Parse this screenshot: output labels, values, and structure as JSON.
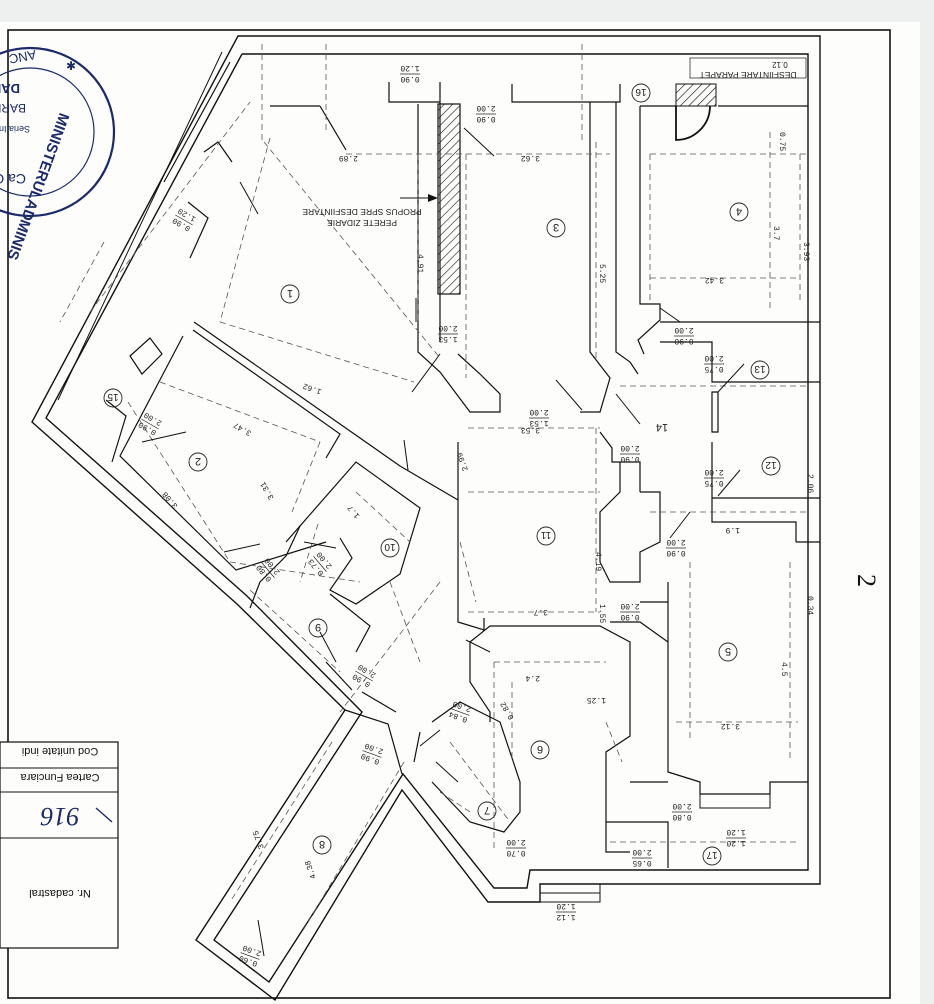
{
  "title_block": {
    "cadastral_label": "Nr. cadastral",
    "cadastral_number": "916",
    "land_book_label": "Cartea Funciara",
    "unit_code_label": "Cod unitate indi"
  },
  "stamp": {
    "ring_text": "MINISTERULADMINIS",
    "top_text": "ANC",
    "line1": "DANU",
    "line2": "BARBU V",
    "line3": "Seria Ing. Geotehnic",
    "line4": "Ca  CERT"
  },
  "notes": {
    "wall_note_line1": "PERETE ZIDARIE",
    "wall_note_line2": "PROPUS SPRE DESFIINTARE",
    "parapet_note": "DESFIINTARE PARAPET",
    "parapet_dim": "0.12",
    "sheet_mark": "2"
  },
  "rooms": [
    "1",
    "2",
    "3",
    "4",
    "5",
    "6",
    "7",
    "8",
    "9",
    "10",
    "11",
    "12",
    "13",
    "14",
    "15",
    "16",
    "17"
  ],
  "openings": {
    "o1": [
      "0.90",
      "1.20"
    ],
    "o2": [
      "0.90",
      "2.00"
    ],
    "o3": [
      "1.53",
      "2.00"
    ],
    "o4": [
      "0.90",
      "2.00"
    ],
    "o5": [
      "0.75",
      "2.00"
    ],
    "o6": [
      "0.75",
      "2.00"
    ],
    "o7": [
      "1.53",
      "2.00"
    ],
    "o8": [
      "0.90",
      "2.00"
    ],
    "o9": [
      "0.90",
      "2.00"
    ],
    "o10": [
      "0.90",
      "2.00"
    ],
    "o11": [
      "0.80",
      "2.00"
    ],
    "o12": [
      "1.20",
      "1.20"
    ],
    "o13": [
      "0.65",
      "2.00"
    ],
    "o14": [
      "1.12",
      "1.20"
    ],
    "o15": [
      "0.70",
      "2.00"
    ],
    "o16": [
      "0.84",
      "2.00"
    ],
    "o17": [
      "0.90",
      "2.00"
    ],
    "o18": [
      "0.90",
      "2.00"
    ],
    "o19": [
      "0.90",
      "1.20"
    ],
    "o20": [
      "0.73",
      "2.00"
    ],
    "o21": [
      "0.80",
      "2.00"
    ],
    "o22": [
      "0.90",
      "2.00"
    ],
    "o23": [
      "0.60",
      "2.00"
    ]
  },
  "dims": {
    "d1": "2.89",
    "d2": "3.62",
    "d3": "5.25",
    "d4": "4.91",
    "d5": "3.42",
    "d6": "3.7",
    "d7": "3.93",
    "d8": "0.75",
    "d9": "4.5",
    "d10": "3.12",
    "d11": "3.47",
    "d12": "1.62",
    "d13": "3.31",
    "d14": "3.08",
    "d15": "4.19",
    "d16": "3.53",
    "d17": "2.99",
    "d18": "3.7",
    "d19": "1.55",
    "d20": "4.38",
    "d21": "3.75",
    "d22": "2.4",
    "d23": "1.9",
    "d24": "2.06",
    "d25": "1.25",
    "d26": "0.82",
    "d27": "1.7",
    "d28": "0.34"
  }
}
